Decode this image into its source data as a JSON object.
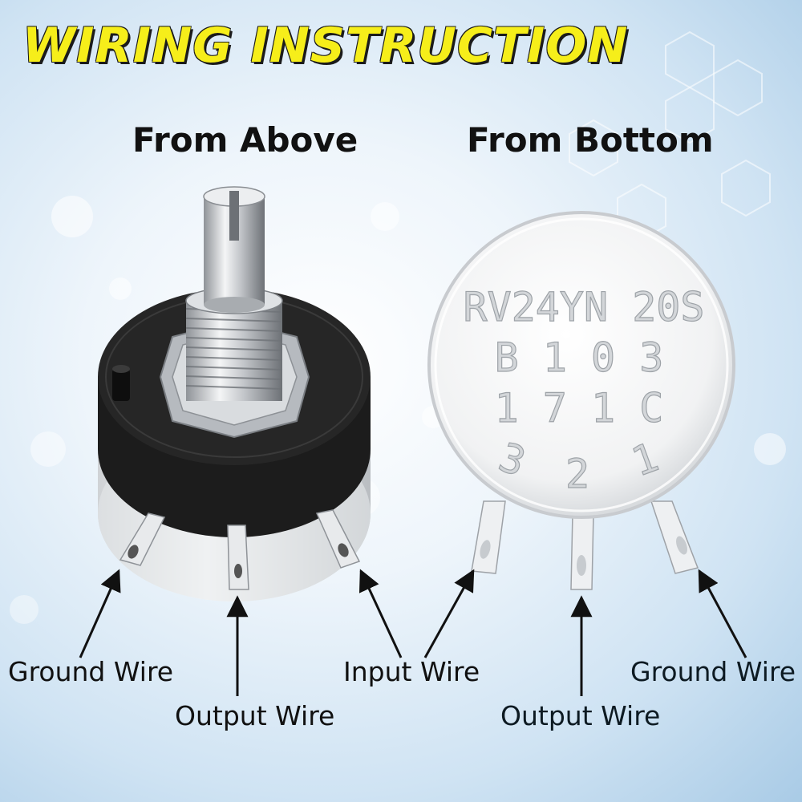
{
  "title": "WIRING INSTRUCTION",
  "left_panel": {
    "heading": "From Above",
    "labels": {
      "ground": "Ground Wire",
      "output": "Output Wire"
    }
  },
  "right_panel": {
    "heading": "From Bottom",
    "markings": {
      "line1": "RV24YN 20S",
      "line2": "B 1 0 3",
      "line3": "1 7 1 C",
      "pin3": "3",
      "pin2": "2",
      "pin1": "1"
    },
    "labels": {
      "input": "Input Wire",
      "output": "Output Wire",
      "ground": "Ground Wire"
    }
  },
  "colors": {
    "title_fill": "#f6ee1a",
    "title_outline": "#1b1b1b",
    "pot_body": "#1c1c1c",
    "metal": "#c9ccd0"
  }
}
